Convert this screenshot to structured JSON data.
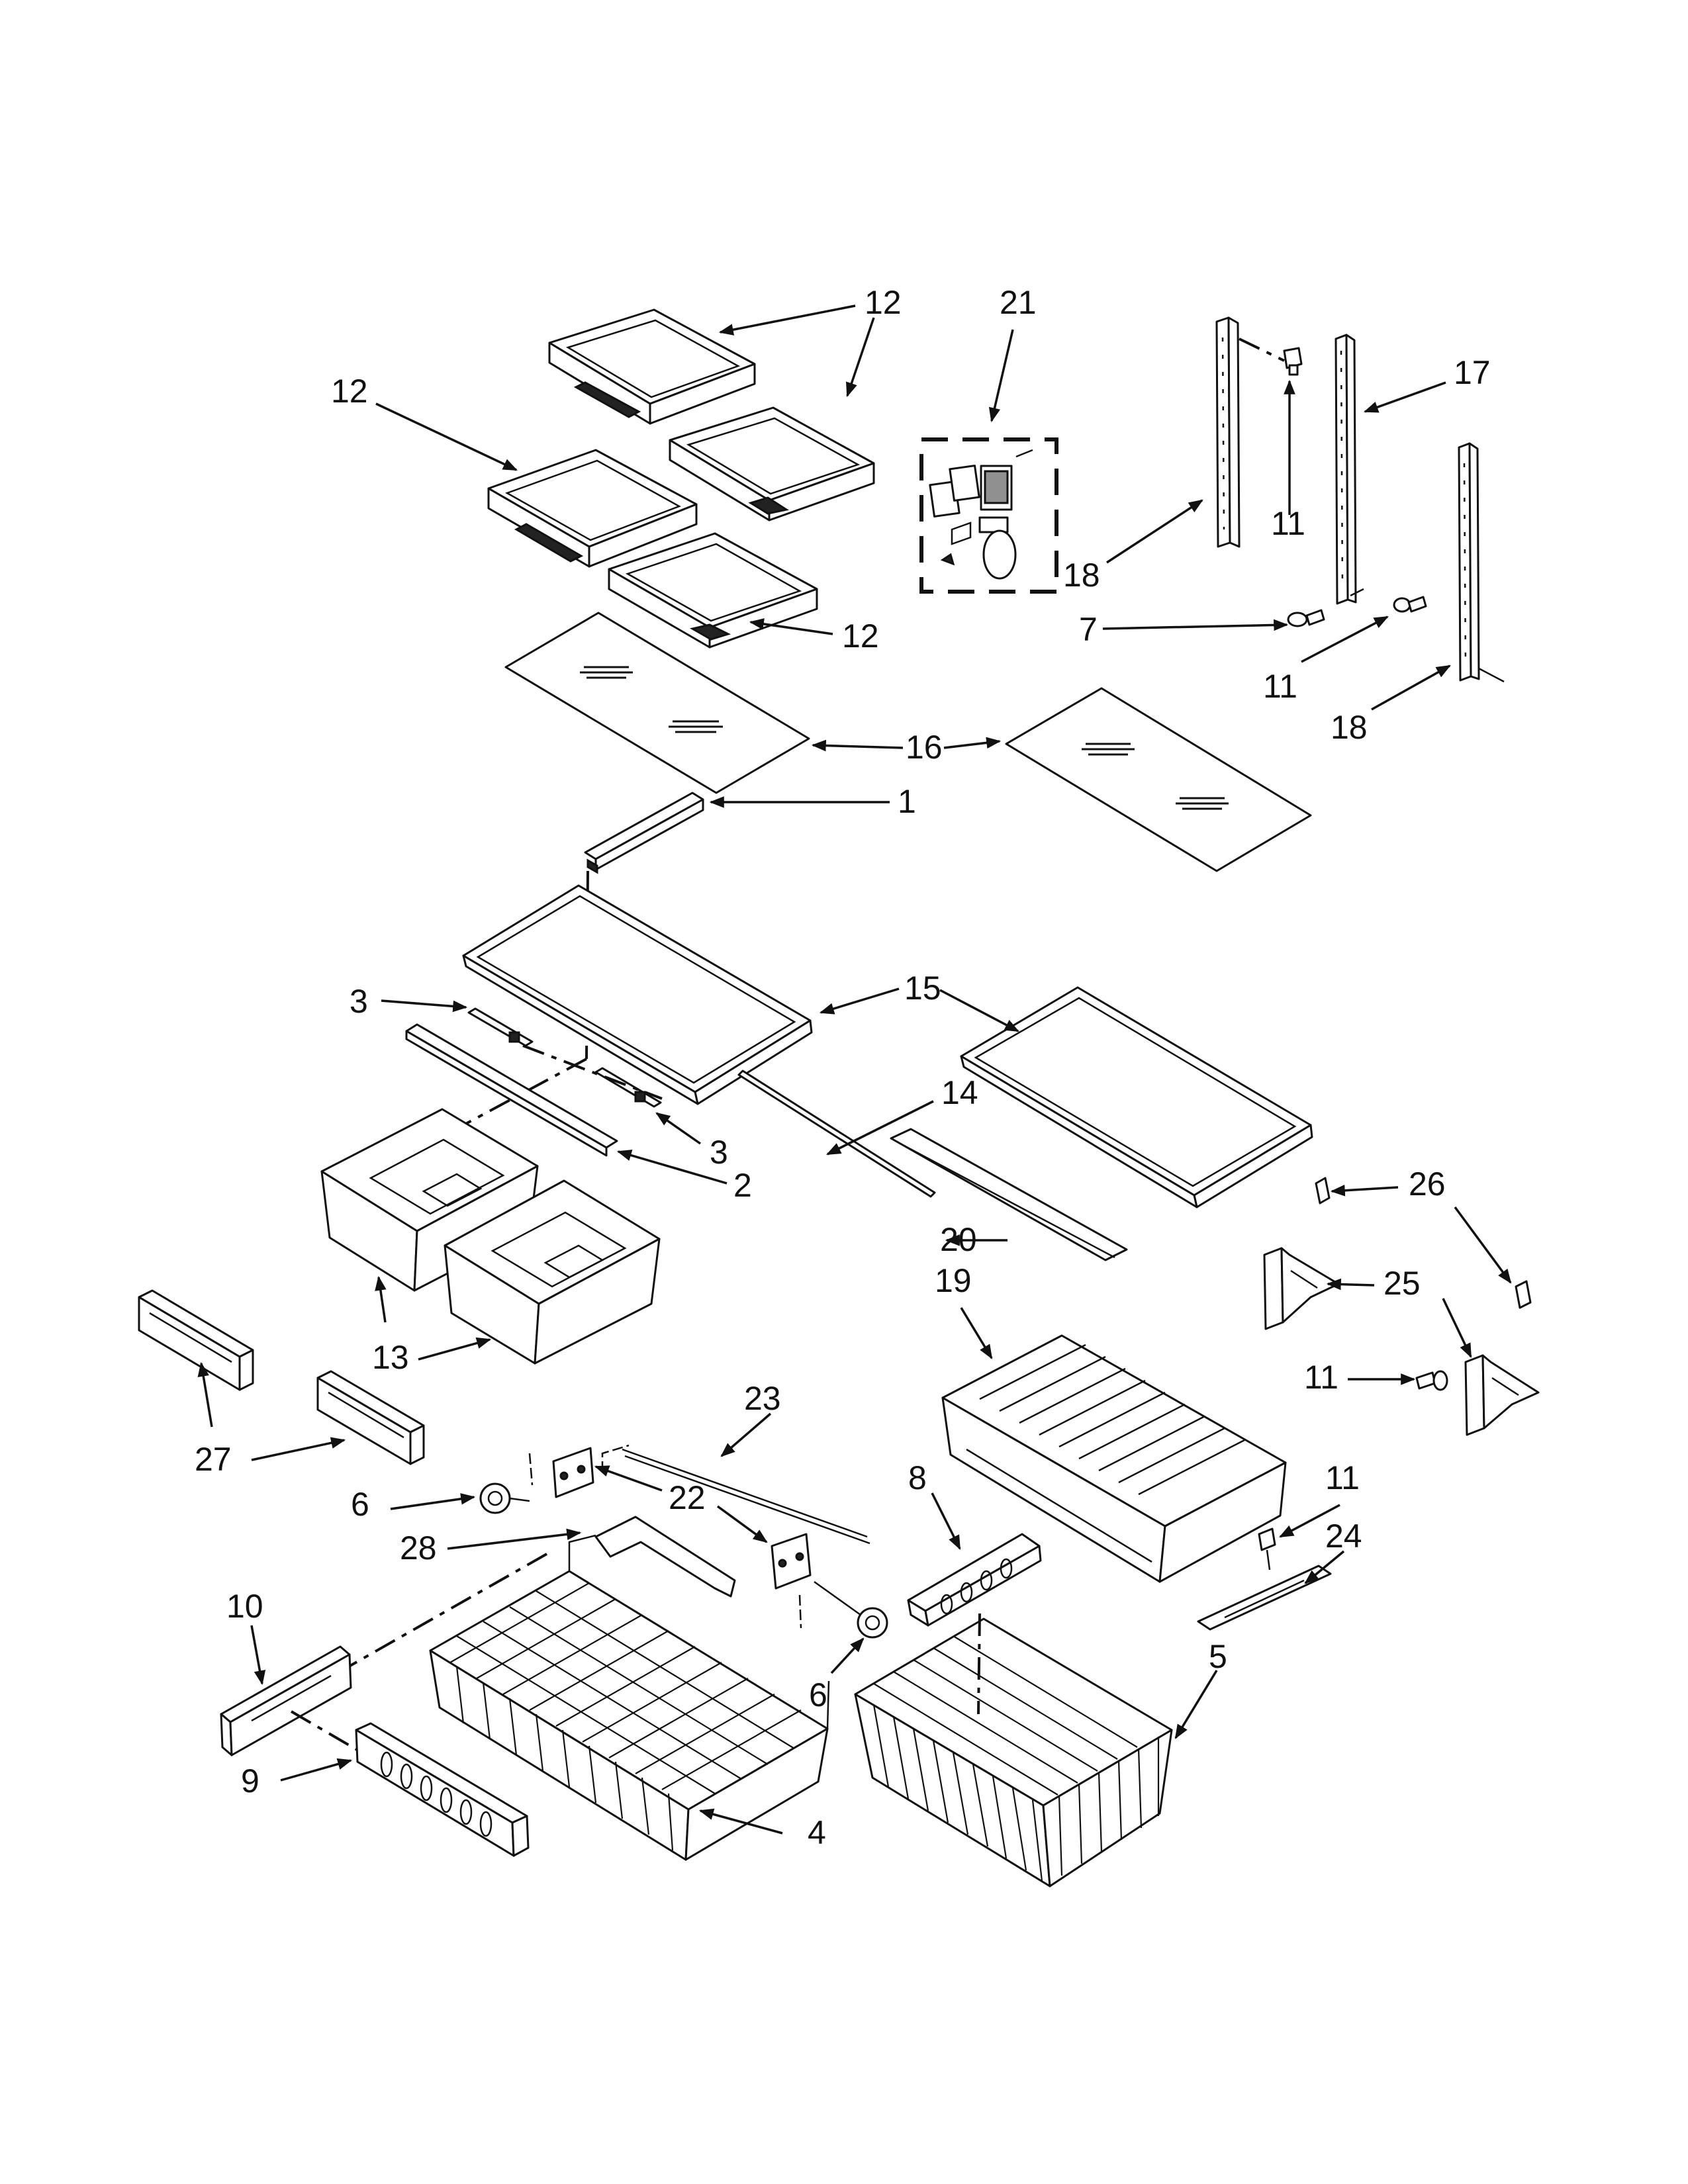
{
  "diagram": {
    "callouts": [
      {
        "id": "c12a",
        "label": "12"
      },
      {
        "id": "c12b",
        "label": "12"
      },
      {
        "id": "c12c",
        "label": "12"
      },
      {
        "id": "c21",
        "label": "21"
      },
      {
        "id": "c17",
        "label": "17"
      },
      {
        "id": "c11a",
        "label": "11"
      },
      {
        "id": "c18a",
        "label": "18"
      },
      {
        "id": "c7",
        "label": "7"
      },
      {
        "id": "c11b",
        "label": "11"
      },
      {
        "id": "c18b",
        "label": "18"
      },
      {
        "id": "c16",
        "label": "16"
      },
      {
        "id": "c1",
        "label": "1"
      },
      {
        "id": "c15",
        "label": "15"
      },
      {
        "id": "c3a",
        "label": "3"
      },
      {
        "id": "c3b",
        "label": "3"
      },
      {
        "id": "c14",
        "label": "14"
      },
      {
        "id": "c2",
        "label": "2"
      },
      {
        "id": "c26",
        "label": "26"
      },
      {
        "id": "c20",
        "label": "20"
      },
      {
        "id": "c19",
        "label": "19"
      },
      {
        "id": "c25",
        "label": "25"
      },
      {
        "id": "c13",
        "label": "13"
      },
      {
        "id": "c11c",
        "label": "11"
      },
      {
        "id": "c23",
        "label": "23"
      },
      {
        "id": "c27",
        "label": "27"
      },
      {
        "id": "c8",
        "label": "8"
      },
      {
        "id": "c11d",
        "label": "11"
      },
      {
        "id": "c6a",
        "label": "6"
      },
      {
        "id": "c22",
        "label": "22"
      },
      {
        "id": "c24",
        "label": "24"
      },
      {
        "id": "c28",
        "label": "28"
      },
      {
        "id": "c10",
        "label": "10"
      },
      {
        "id": "c5",
        "label": "5"
      },
      {
        "id": "c6b",
        "label": "6"
      },
      {
        "id": "c9",
        "label": "9"
      },
      {
        "id": "c4",
        "label": "4"
      }
    ]
  }
}
